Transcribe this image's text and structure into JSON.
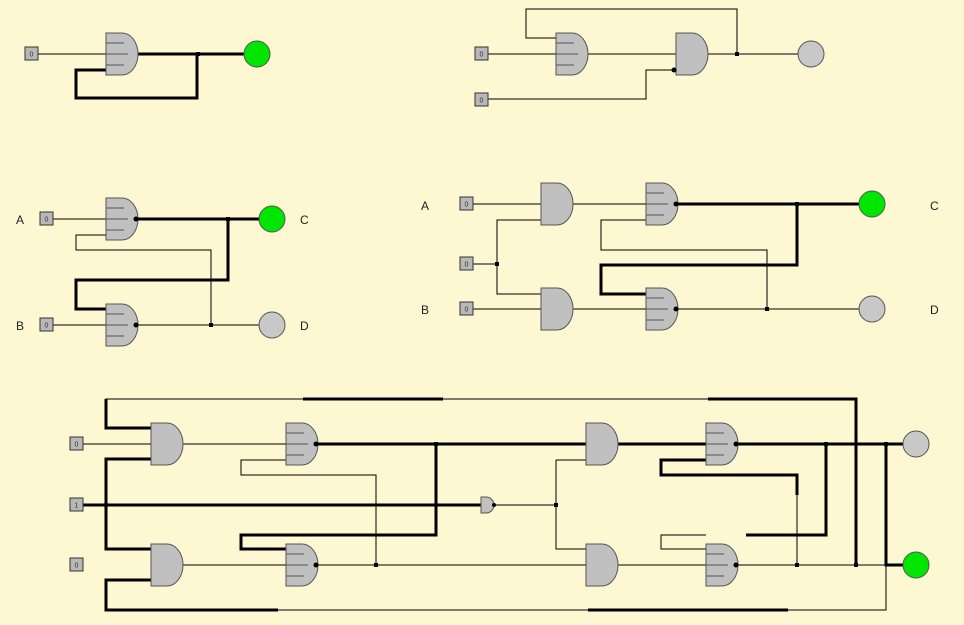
{
  "colors": {
    "background": "#fdf7d2",
    "gate_fill": "#c0c0c0",
    "led_on": "#00e600",
    "led_off": "#c8c8c8",
    "wire": "#000000"
  },
  "circuit1": {
    "input": "0",
    "output_state": "on"
  },
  "circuit2": {
    "inputs": [
      "0",
      "0"
    ],
    "output_state": "off"
  },
  "circuit3": {
    "inputs": [
      {
        "label": "A",
        "value": "0"
      },
      {
        "label": "B",
        "value": "0"
      }
    ],
    "outputs": [
      {
        "label": "C",
        "state": "on"
      },
      {
        "label": "D",
        "state": "off"
      }
    ]
  },
  "circuit4": {
    "inputs": [
      {
        "label": "A",
        "value": "0"
      },
      {
        "label": "",
        "value": "0"
      },
      {
        "label": "B",
        "value": "0"
      }
    ],
    "outputs": [
      {
        "label": "C",
        "state": "on"
      },
      {
        "label": "D",
        "state": "off"
      }
    ]
  },
  "circuit5": {
    "inputs": [
      "0",
      "1",
      "0"
    ],
    "outputs": [
      {
        "state": "off"
      },
      {
        "state": "on"
      }
    ]
  }
}
